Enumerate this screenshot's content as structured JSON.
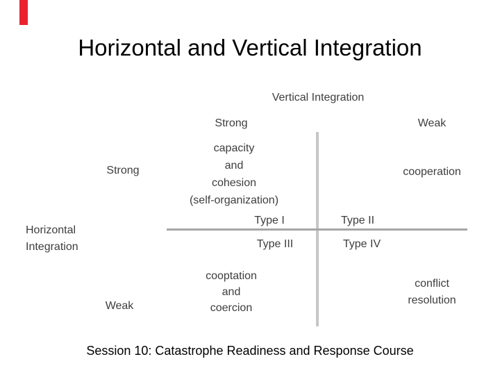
{
  "slide": {
    "title": "Horizontal and Vertical Integration",
    "footer": "Session 10: Catastrophe Readiness and Response Course"
  },
  "colors": {
    "accent_red": "#e8232d",
    "horizontal_axis_line": "#a6a6a6",
    "vertical_axis_line": "#c6c6c6",
    "label_text": "#3d3d3d"
  },
  "matrix": {
    "vertical_axis_title": "Vertical Integration",
    "horizontal_axis_title": {
      "line1": "Horizontal",
      "line2": "Integration"
    },
    "columns": {
      "strong": "Strong",
      "weak": "Weak"
    },
    "rows": {
      "strong": "Strong",
      "weak": "Weak"
    },
    "quadrants": {
      "top_left": {
        "type_label": "Type I",
        "lines": [
          "capacity",
          "and",
          "cohesion",
          "(self-organization)"
        ]
      },
      "top_right": {
        "type_label": "Type II",
        "lines": [
          "cooperation"
        ]
      },
      "bottom_left": {
        "type_label": "Type III",
        "lines": [
          "cooptation",
          "and",
          "coercion"
        ]
      },
      "bottom_right": {
        "type_label": "Type IV",
        "lines": [
          "conflict",
          "resolution"
        ]
      }
    }
  }
}
